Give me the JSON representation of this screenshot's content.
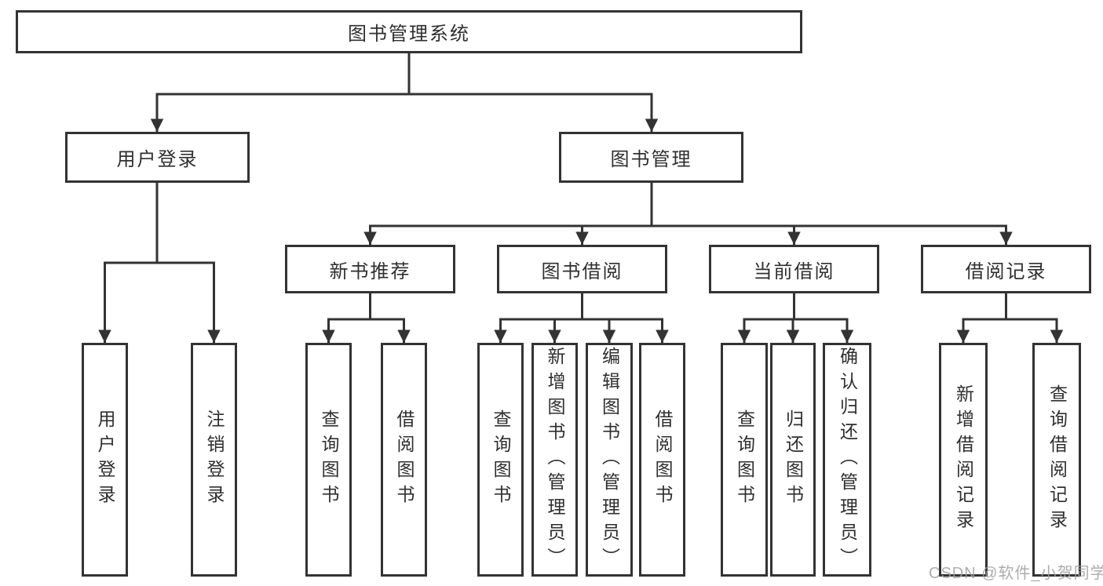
{
  "diagram": {
    "root": {
      "label": "图书管理系统"
    },
    "branches": [
      {
        "label": "用户登录",
        "children": [
          {
            "label": "用户登录"
          },
          {
            "label": "注销登录"
          }
        ]
      },
      {
        "label": "图书管理",
        "groups": [
          {
            "label": "新书推荐",
            "children": [
              {
                "label": "查询图书"
              },
              {
                "label": "借阅图书"
              }
            ]
          },
          {
            "label": "图书借阅",
            "children": [
              {
                "label": "查询图书"
              },
              {
                "label": "新增图书（管理员）"
              },
              {
                "label": "编辑图书（管理员）"
              },
              {
                "label": "借阅图书"
              }
            ]
          },
          {
            "label": "当前借阅",
            "children": [
              {
                "label": "查询图书"
              },
              {
                "label": "归还图书"
              },
              {
                "label": "确认归还（管理员）"
              }
            ]
          },
          {
            "label": "借阅记录",
            "children": [
              {
                "label": "新增借阅记录"
              },
              {
                "label": "查询借阅记录"
              }
            ]
          }
        ]
      }
    ],
    "watermark": "CSDN @软件_小贺同学",
    "colors": {
      "line": "#333333",
      "box_border": "#333333",
      "text": "#2f2f2f",
      "watermark": "#9e9e9e",
      "background": "#ffffff"
    }
  }
}
